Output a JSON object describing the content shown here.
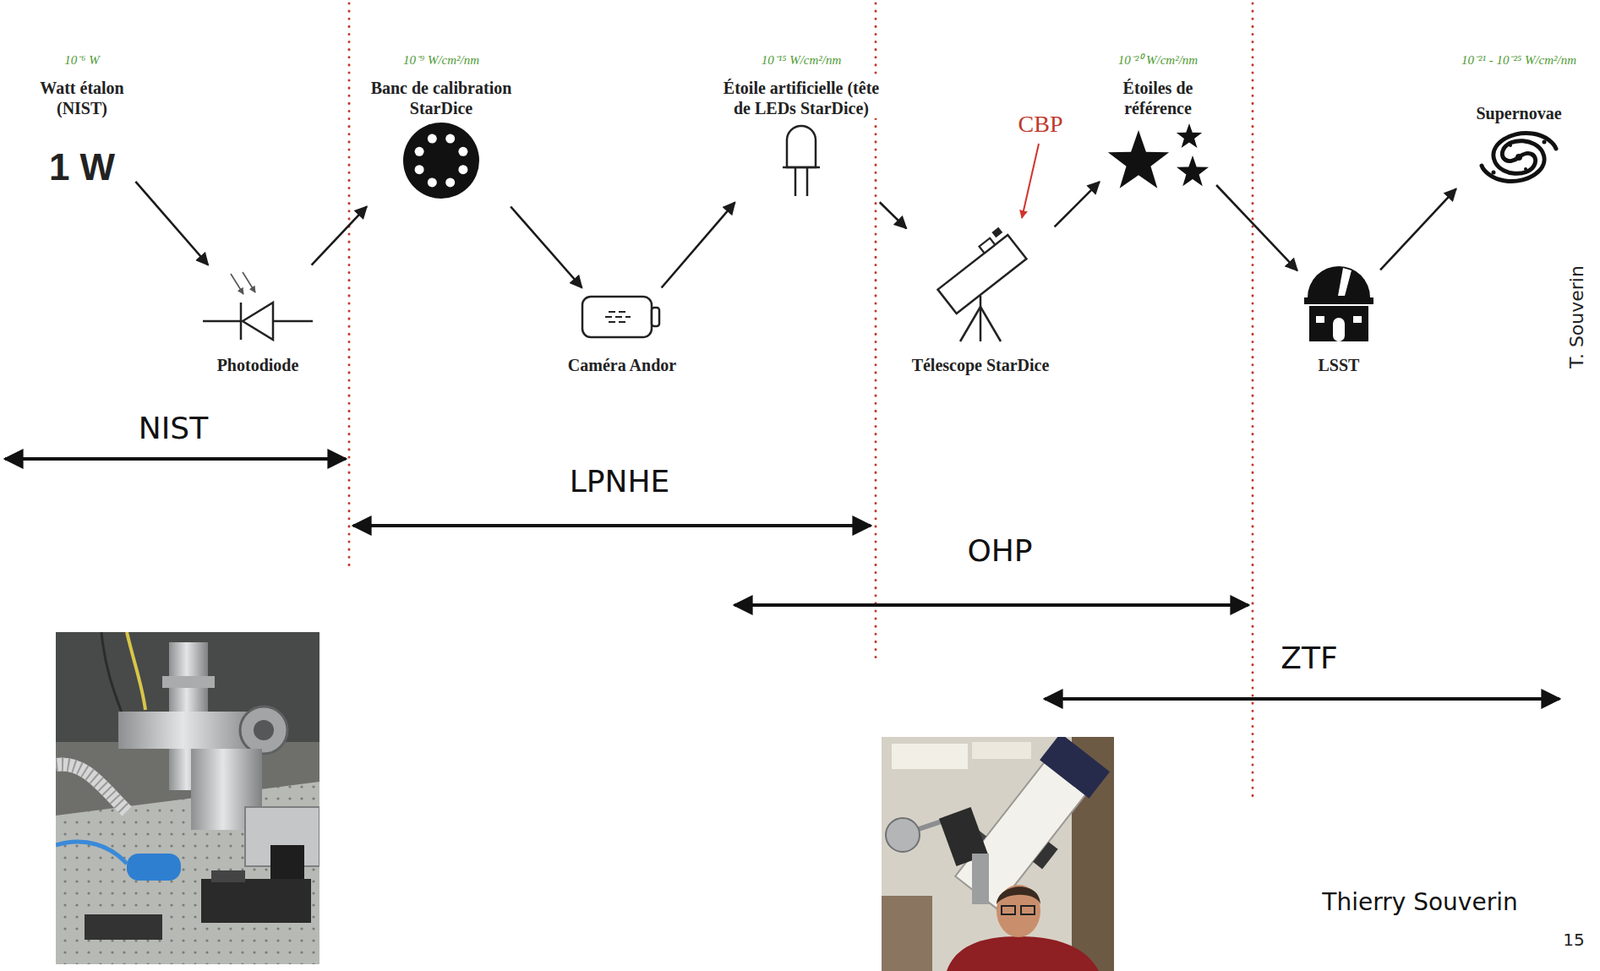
{
  "diagram": {
    "nodes": [
      {
        "text": [
          "10⁻⁶ W",
          "Watt étalon (NIST)",
          "1 W"
        ]
      },
      {
        "text": [
          "Photodiode"
        ]
      },
      {
        "text": [
          "10⁻⁹ W/cm²/nm",
          "Banc de calibration StarDice"
        ]
      },
      {
        "text": [
          "Caméra Andor"
        ]
      },
      {
        "text": [
          "10⁻¹⁵ W/cm²/nm",
          "Étoile artificielle (tête de LEDs StarDice)"
        ]
      },
      {
        "text": [
          "Télescope StarDice"
        ]
      },
      {
        "text": [
          "10⁻²⁰ W/cm²/nm",
          "Étoiles de référence"
        ]
      },
      {
        "text": [
          "LSST"
        ]
      },
      {
        "text": [
          "10⁻²¹ - 10⁻²⁵ W/cm²/nm",
          "Supernovae"
        ]
      }
    ],
    "edges": [
      {
        "from": 0,
        "to": 1,
        "arrow": "to"
      },
      {
        "from": 1,
        "to": 2,
        "arrow": "to"
      },
      {
        "from": 2,
        "to": 3,
        "arrow": "to"
      },
      {
        "from": 3,
        "to": 4,
        "arrow": "to"
      },
      {
        "from": 4,
        "to": 5,
        "arrow": "to"
      },
      {
        "from": 5,
        "to": 6,
        "arrow": "to"
      },
      {
        "from": 6,
        "to": 7,
        "arrow": "to"
      },
      {
        "from": 7,
        "to": 8,
        "arrow": "to"
      }
    ],
    "labels": [
      "CBP",
      "NIST",
      "LPNHE",
      "OHP",
      "ZTF",
      "T. Souverin",
      "Thierry Souverin",
      "15"
    ]
  }
}
